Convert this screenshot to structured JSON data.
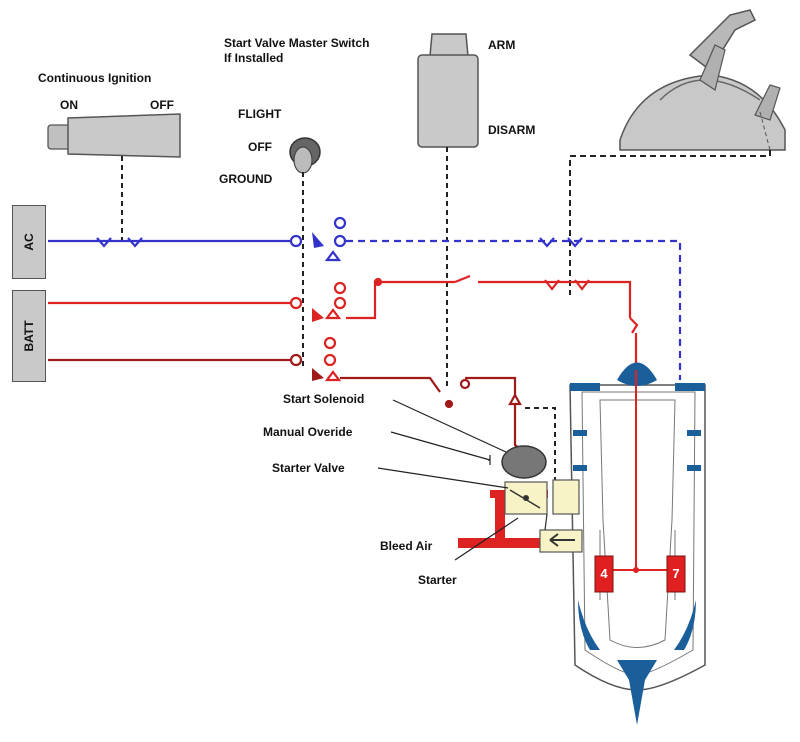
{
  "labels": {
    "continuous_ignition": "Continuous Ignition",
    "on": "ON",
    "off": "OFF",
    "start_valve_master_line1": "Start Valve Master Switch",
    "start_valve_master_line2": "If Installed",
    "arm": "ARM",
    "disarm": "DISARM",
    "flight": "FLIGHT",
    "switch_off": "OFF",
    "ground": "GROUND",
    "ac_bus": "AC",
    "batt_bus": "BATT",
    "start_solenoid": "Start Solenoid",
    "manual_override": "Manual Overide",
    "starter_valve": "Starter Valve",
    "bleed_air": "Bleed Air",
    "starter": "Starter",
    "igniter_left": "4",
    "igniter_right": "7"
  },
  "colors": {
    "ac_wire": "#3333cc",
    "batt_wire_bright": "#dd2222",
    "batt_wire_dark": "#a01a1a",
    "mechanical_link": "#222222",
    "engine_blue": "#1a5e9a",
    "switch_grey": "#c9c9c9",
    "valve_fill": "#f7f3c6",
    "igniter_red": "#e02020"
  }
}
